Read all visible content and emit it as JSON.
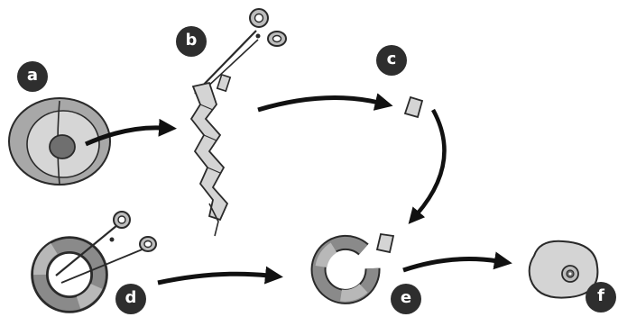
{
  "step_labels": {
    "a": "a",
    "b": "b",
    "c": "c",
    "d": "d",
    "e": "e",
    "f": "f"
  },
  "icons": {
    "scissors_top": "scissors-icon",
    "scissors_bottom": "scissors-icon"
  },
  "colors": {
    "outline": "#2a2a2a",
    "light_fill": "#d4d4d4",
    "mid_fill": "#a7a7a7",
    "dark_fill": "#6f6f6f",
    "badge_fill": "#2e2e2e",
    "badge_text": "#ffffff"
  }
}
